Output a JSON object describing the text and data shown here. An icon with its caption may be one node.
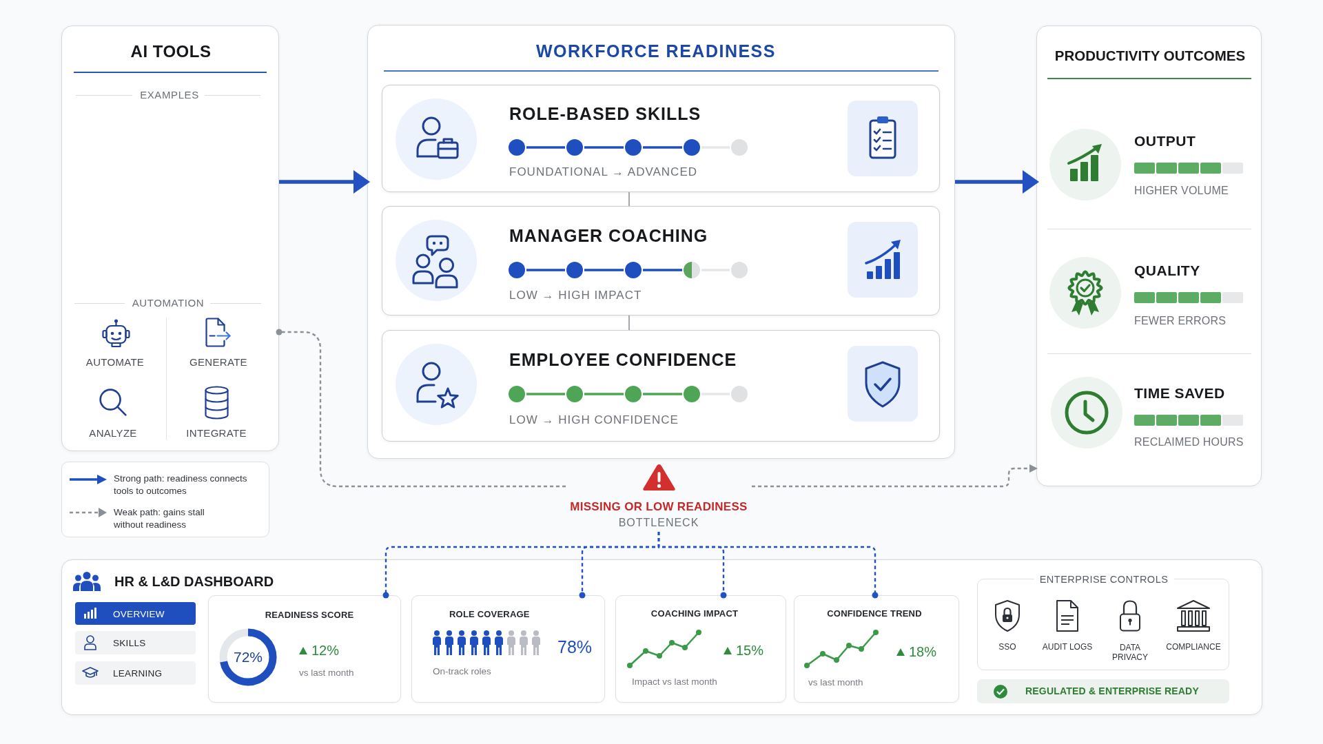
{
  "diagram": {
    "nodes": [
      {
        "text": [
          "AI TOOLS",
          "EXAMPLES",
          "AUTOMATION",
          "AUTOMATE",
          "GENERATE",
          "ANALYZE",
          "INTEGRATE"
        ]
      },
      {
        "text": [
          "WORKFORCE READINESS"
        ]
      },
      {
        "text": [
          "ROLE-BASED SKILLS",
          "FOUNDATIONAL → ADVANCED"
        ],
        "in": 1
      },
      {
        "text": [
          "MANAGER COACHING",
          "LOW → HIGH IMPACT"
        ],
        "in": 1
      },
      {
        "text": [
          "EMPLOYEE CONFIDENCE",
          "LOW → HIGH CONFIDENCE"
        ],
        "in": 1
      },
      {
        "text": [
          "PRODUCTIVITY OUTCOMES",
          "OUTPUT",
          "HIGHER VOLUME",
          "QUALITY",
          "FEWER ERRORS",
          "TIME SAVED",
          "RECLAIMED HOURS"
        ]
      },
      {
        "text": [
          "MISSING OR LOW READINESS",
          "BOTTLENECK"
        ]
      },
      {
        "text": [
          "HR & L&D DASHBOARD"
        ]
      },
      {
        "text": [
          "OVERVIEW"
        ],
        "in": 7
      },
      {
        "text": [
          "SKILLS"
        ],
        "in": 7
      },
      {
        "text": [
          "LEARNING"
        ],
        "in": 7
      },
      {
        "text": [
          "READINESS SCORE",
          "72%",
          "12%",
          "vs last month"
        ],
        "in": 7
      },
      {
        "text": [
          "ROLE COVERAGE",
          "78%",
          "On-track roles"
        ],
        "in": 7
      },
      {
        "text": [
          "COACHING IMPACT",
          "15%",
          "Impact vs last month"
        ],
        "in": 7
      },
      {
        "text": [
          "CONFIDENCE TREND",
          "18%",
          "vs last month"
        ],
        "in": 7
      },
      {
        "text": [
          "ENTERPRISE CONTROLS",
          "SSO",
          "AUDIT LOGS",
          "DATA PRIVACY",
          "COMPLIANCE"
        ],
        "in": 7
      },
      {
        "text": [
          "REGULATED & ENTERPRISE READY"
        ],
        "in": 7
      }
    ],
    "edges": [
      {
        "from": 0,
        "to": 1,
        "arrow": "to",
        "style": "thick"
      },
      {
        "from": 1,
        "to": 5,
        "arrow": "to",
        "style": "thick"
      },
      {
        "from": 2,
        "to": 3,
        "arrow": "none",
        "color": "#8c9097"
      },
      {
        "from": 3,
        "to": 4,
        "arrow": "none",
        "color": "#8c9097"
      },
      {
        "from": 6,
        "to": 0,
        "arrow": "other",
        "style": "dashed",
        "color": "#8c9097"
      },
      {
        "from": 6,
        "to": 5,
        "arrow": "to",
        "style": "dashed",
        "color": "#8c9097"
      },
      {
        "from": 6,
        "to": 11,
        "arrow": "other",
        "style": "dashed"
      },
      {
        "from": 6,
        "to": 12,
        "arrow": "other",
        "style": "dashed"
      },
      {
        "from": 6,
        "to": 13,
        "arrow": "other",
        "style": "dashed"
      },
      {
        "from": 6,
        "to": 14,
        "arrow": "other",
        "style": "dashed"
      }
    ],
    "legend": [
      {
        "text": "Strong path: readiness connects tools to outcomes"
      },
      {
        "text": "Weak path: gains stall without readiness"
      }
    ]
  }
}
